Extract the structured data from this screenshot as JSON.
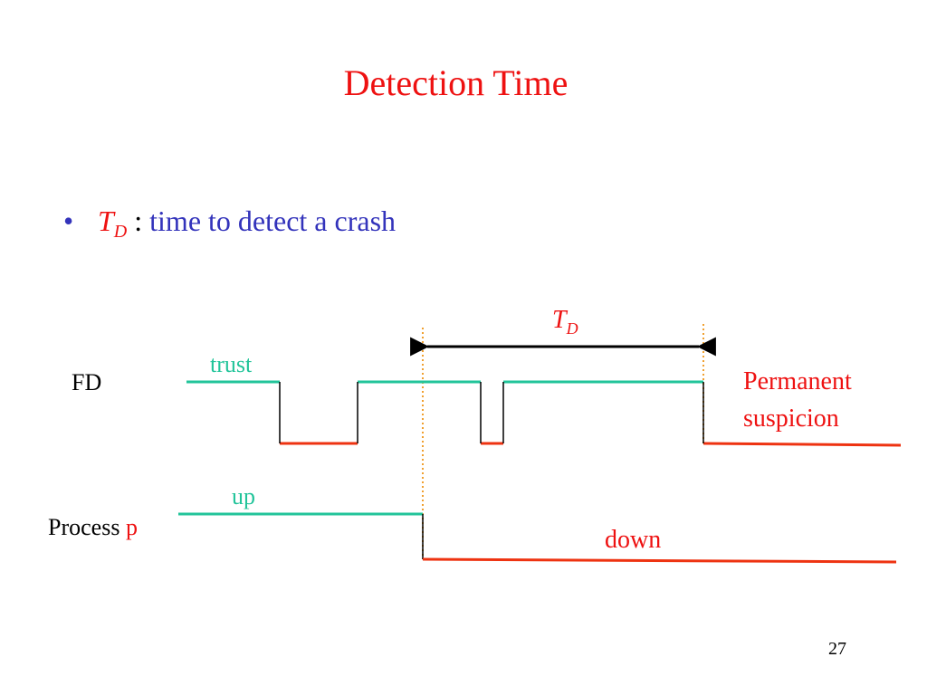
{
  "slide": {
    "title": "Detection Time",
    "bullet": {
      "symbol": "T",
      "subscript": "D",
      "colon": ":",
      "text": "time to detect a crash"
    },
    "page_number": "27"
  },
  "diagram": {
    "td_label": {
      "symbol": "T",
      "subscript": "D"
    },
    "fd_label": "FD",
    "process_label": "Process",
    "process_name": "p",
    "state_trust": "trust",
    "state_permanent": "Permanent",
    "state_suspicion": "suspicion",
    "state_up": "up",
    "state_down": "down"
  },
  "colors": {
    "title": "#ee1111",
    "bullet_text": "#3333bb",
    "trust_line": "#22c49a",
    "suspect_line": "#ee3311",
    "marker": "#f0a030",
    "arrow": "#000000"
  }
}
